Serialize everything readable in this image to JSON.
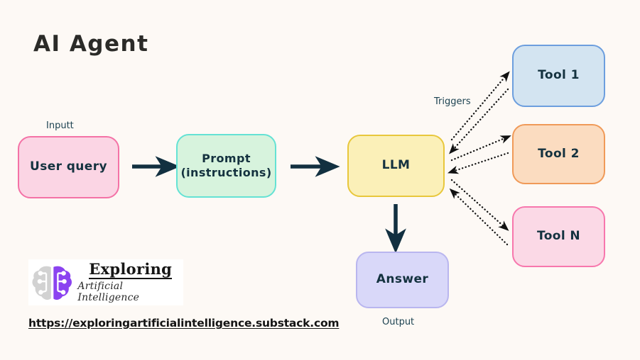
{
  "diagram": {
    "title": "AI Agent",
    "background_color": "#fdf9f5",
    "nodes": {
      "user_query": {
        "label": "User query",
        "fill": "#fbd5e4",
        "stroke": "#f472a6"
      },
      "prompt": {
        "label": "Prompt\n(instructions)",
        "fill": "#d7f3dd",
        "stroke": "#64e2d4"
      },
      "llm": {
        "label": "LLM",
        "fill": "#fbf0b8",
        "stroke": "#e8c73c"
      },
      "answer": {
        "label": "Answer",
        "fill": "#d9d8f9",
        "stroke": "#b9b6ef"
      },
      "tool_1": {
        "label": "Tool 1",
        "fill": "#d3e4f1",
        "stroke": "#6c9ede"
      },
      "tool_2": {
        "label": "Tool 2",
        "fill": "#fbdcc0",
        "stroke": "#f09a58"
      },
      "tool_n": {
        "label": "Tool N",
        "fill": "#fbd9e6",
        "stroke": "#f777ad"
      }
    },
    "captions": {
      "input": "Inputt",
      "output": "Output",
      "triggers": "Triggers"
    },
    "edges": [
      {
        "from": "user_query",
        "to": "prompt",
        "style": "solid",
        "color": "#123040"
      },
      {
        "from": "prompt",
        "to": "llm",
        "style": "solid",
        "color": "#123040"
      },
      {
        "from": "llm",
        "to": "answer",
        "style": "solid",
        "color": "#123040"
      },
      {
        "from": "llm",
        "to": "tool_1",
        "style": "dotted",
        "color": "#111111",
        "bidirectional": true
      },
      {
        "from": "llm",
        "to": "tool_2",
        "style": "dotted",
        "color": "#111111",
        "bidirectional": true
      },
      {
        "from": "llm",
        "to": "tool_n",
        "style": "dotted",
        "color": "#111111",
        "bidirectional": true
      }
    ]
  },
  "branding": {
    "logo_icon": "brain-logo-icon",
    "logo_colors": {
      "left_half": "#d2d2d2",
      "right_half": "#8b43f0"
    },
    "title": "Exploring",
    "subtitle": "Artificial Intelligence",
    "url": "https://exploringartificialintelligence.substack.com"
  }
}
